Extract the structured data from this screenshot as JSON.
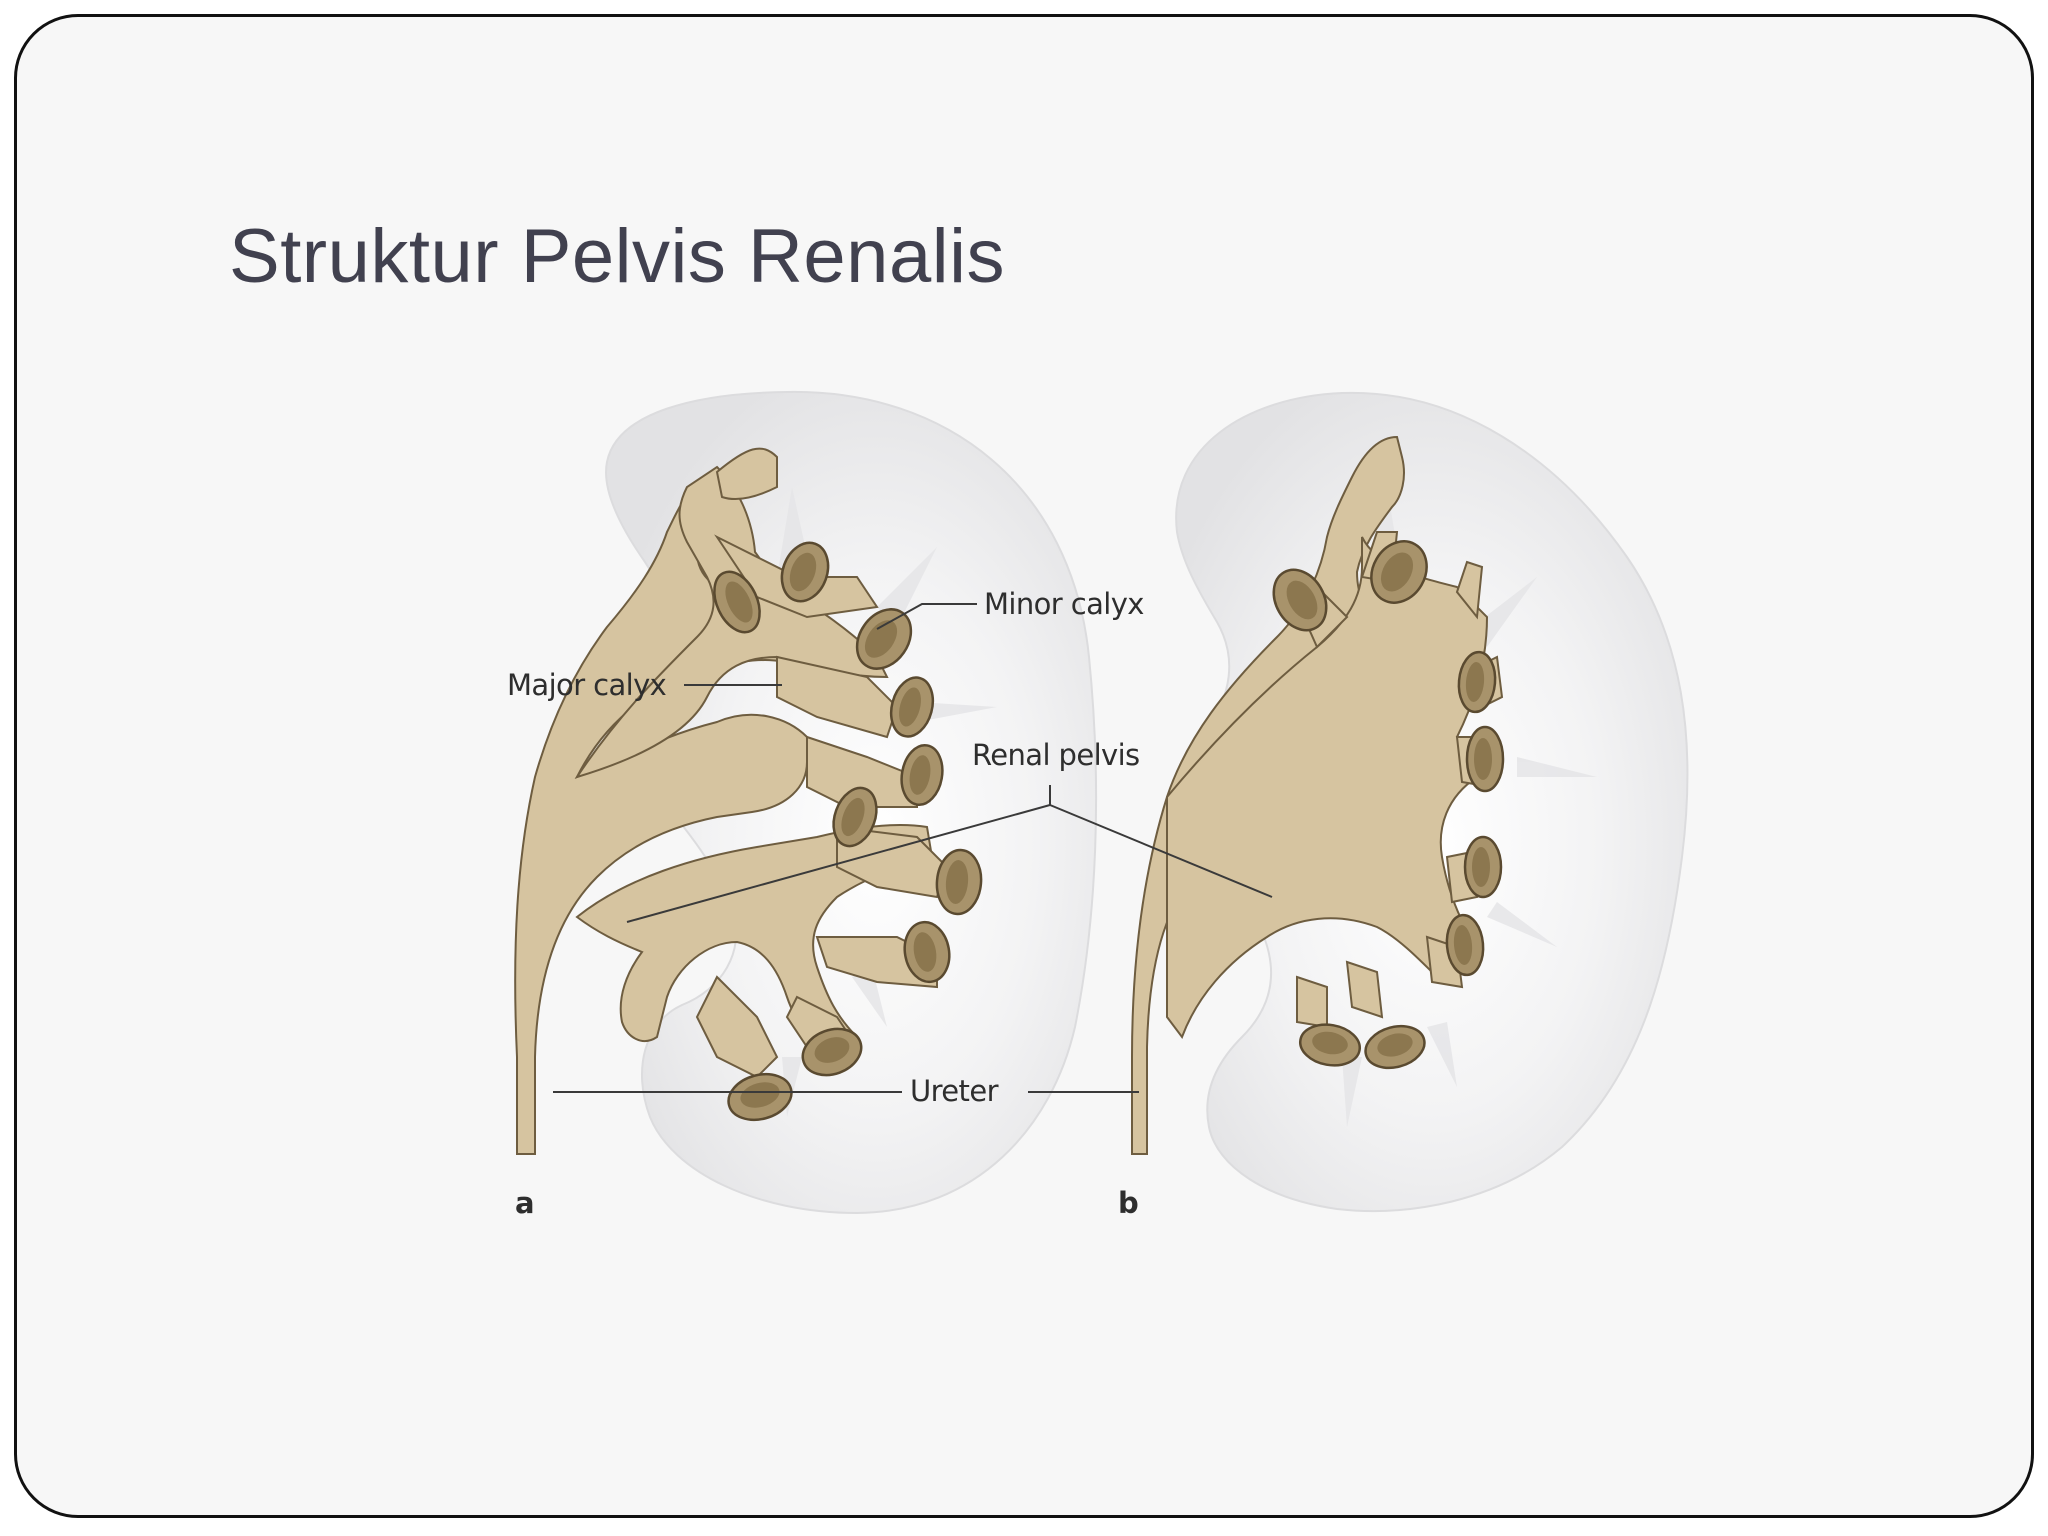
{
  "slide": {
    "title": "Struktur Pelvis Renalis"
  },
  "figure": {
    "labels": {
      "minor_calyx": "Minor calyx",
      "major_calyx": "Major calyx",
      "renal_pelvis": "Renal pelvis",
      "ureter": "Ureter"
    },
    "panels": {
      "a": "a",
      "b": "b"
    }
  },
  "colors": {
    "frame_border": "#111111",
    "title_text": "#41414f",
    "kidney_fill": "#e8e8ea",
    "collecting_system": "#d6c4a0"
  }
}
